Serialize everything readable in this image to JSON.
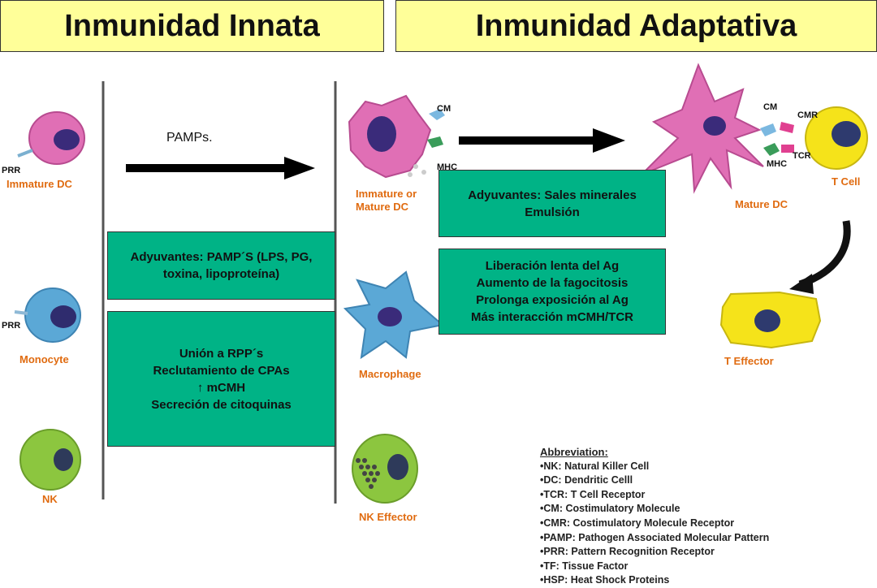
{
  "headers": {
    "innate": "Inmunidad Innata",
    "adaptive": "Inmunidad Adaptativa"
  },
  "labels": {
    "pamps": "PAMPs.",
    "prr_1": "PRR",
    "immature_dc": "Immature DC",
    "prr_2": "PRR",
    "monocyte": "Monocyte",
    "nk": "NK",
    "cm_1": "CM",
    "mhc_1": "MHC",
    "immature_or_mature_dc": "Immature or Mature DC",
    "macrophage": "Macrophage",
    "nk_effector": "NK Effector",
    "cm_2": "CM",
    "cmr": "CMR",
    "tcr": "TCR",
    "mhc_2": "MHC",
    "t_cell": "T Cell",
    "mature_dc": "Mature DC",
    "t_effector": "T Effector"
  },
  "boxes": {
    "adyuvantes_pamps": [
      "Adyuvantes: PAMP´S (LPS, PG,",
      "toxina, lipoproteína)"
    ],
    "union": [
      "Unión a RPP´s",
      "Reclutamiento de CPAs",
      "mCMH",
      "Secreción de citoquinas"
    ],
    "sales": [
      "Adyuvantes: Sales minerales",
      "Emulsión"
    ],
    "liberacion": [
      "Liberación lenta del Ag",
      "Aumento de la fagocitosis",
      "Prolonga exposición al Ag",
      "Más interacción mCMH/TCR"
    ]
  },
  "abbreviations": {
    "title": "Abbreviation:",
    "items": [
      "•NK: Natural Killer Cell",
      "•DC: Dendritic Celll",
      "•TCR: T Cell Receptor",
      "•CM: Costimulatory Molecule",
      "•CMR: Costimulatory Molecule Receptor",
      "•PAMP: Pathogen Associated Molecular Pattern",
      "•PRR: Pattern Recognition Receptor",
      "•TF: Tissue Factor",
      "•HSP: Heat Shock Proteins"
    ]
  },
  "colors": {
    "header_bg": "#ffff99",
    "box_bg": "#00b386",
    "label_orange": "#e06b10"
  }
}
